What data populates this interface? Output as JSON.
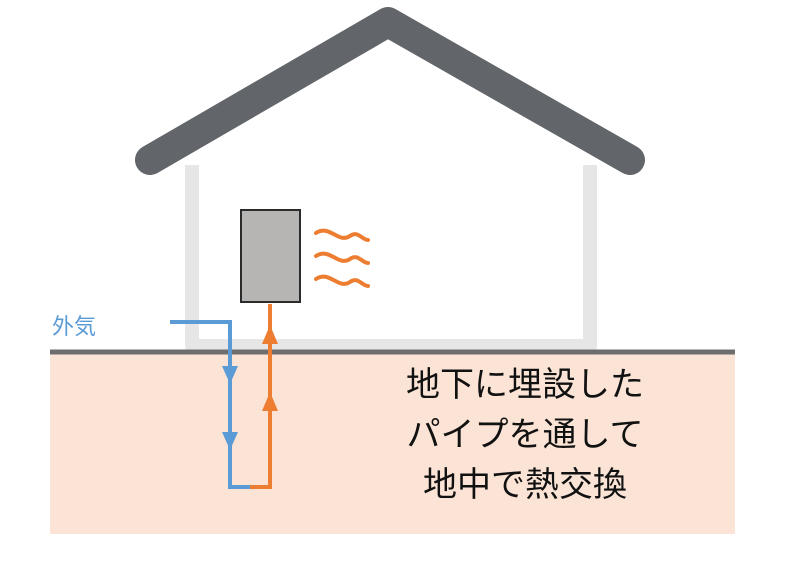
{
  "labels": {
    "outside_air": "外気",
    "caption_lines": [
      "地下に埋設した",
      "パイプを通して",
      "地中で熱交換"
    ]
  },
  "colors": {
    "roof": "#626569",
    "wall_outline": "#e6e6e6",
    "ground_fill": "#fbe4d6",
    "ground_line": "#6e6e6e",
    "unit_fill": "#b7b4b4",
    "unit_border": "#2b2b2b",
    "cold_air": "#5b9bd5",
    "warm_air": "#ed7d31",
    "text": "#111111"
  },
  "icons": {
    "roof": "house-roof",
    "unit": "heat-exchanger-unit",
    "heat_waves": "warm-air-waves",
    "flow_down": "arrow-down",
    "flow_up": "arrow-up"
  }
}
